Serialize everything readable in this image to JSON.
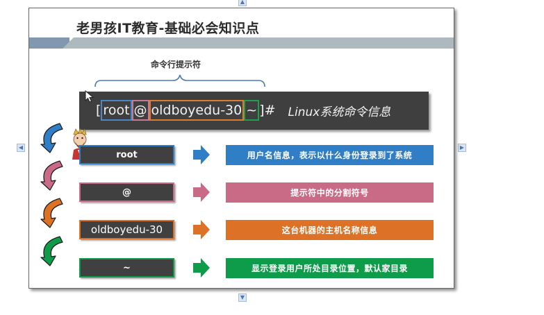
{
  "slide": {
    "title": "老男孩IT教育-基础必会知识点",
    "prompt_caption": "命令行提示符",
    "command": {
      "bracket_open": "[",
      "user": "root",
      "at": "@",
      "host": "oldboyedu-30",
      "space": " ",
      "path": "~",
      "bracket_close": "]#",
      "info": "Linux系统命令信息"
    },
    "rows": [
      {
        "part": "root",
        "description": "用户名信息，表示以什么身份登录到了系统",
        "color": "#2f7ec6"
      },
      {
        "part": "@",
        "description": "提示符中的分割符号",
        "color": "#c96b86"
      },
      {
        "part": "oldboyedu-30",
        "description": "这台机器的主机名称信息",
        "color": "#dd7126"
      },
      {
        "part": "~",
        "description": "显示登录用户所处目录位置，默认家目录",
        "color": "#0e9c4a"
      }
    ]
  },
  "navigation": {
    "up_icon": "triangle-up-icon",
    "down_icon": "triangle-down-icon",
    "left_icon": "triangle-left-icon",
    "right_icon": "triangle-right-icon"
  },
  "colors": {
    "cmd_bg": "#3f3f3f",
    "band_dark": "#8497b0",
    "band_light": "#adb9bf"
  }
}
